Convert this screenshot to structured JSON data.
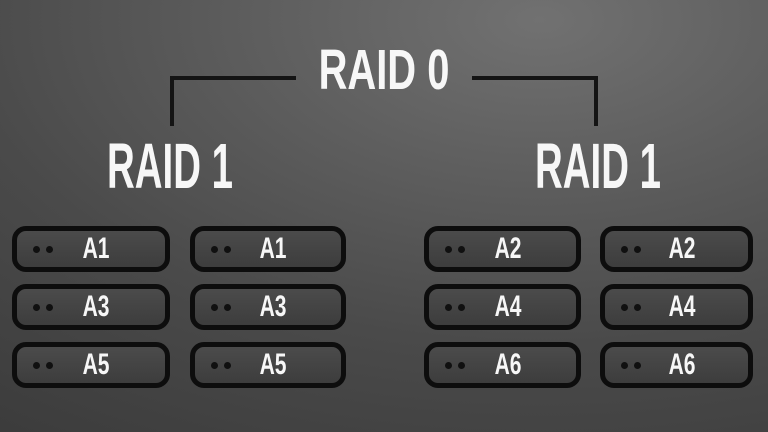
{
  "diagram": {
    "root_label": "RAID 0",
    "groups": [
      {
        "label": "RAID 1",
        "columns": [
          {
            "disks": [
              "A1",
              "A3",
              "A5"
            ]
          },
          {
            "disks": [
              "A1",
              "A3",
              "A5"
            ]
          }
        ]
      },
      {
        "label": "RAID 1",
        "columns": [
          {
            "disks": [
              "A2",
              "A4",
              "A6"
            ]
          },
          {
            "disks": [
              "A2",
              "A4",
              "A6"
            ]
          }
        ]
      }
    ]
  },
  "icons": {
    "disk_dots": "disk-led-dots-icon"
  },
  "colors": {
    "bg_light": "#717171",
    "bg_dark": "#383838",
    "disk_fill_top": "#4b4b4b",
    "disk_fill_bottom": "#3d3d3d",
    "disk_border": "#0d0d0d",
    "connector": "#141414",
    "text": "#f7f7f7"
  }
}
